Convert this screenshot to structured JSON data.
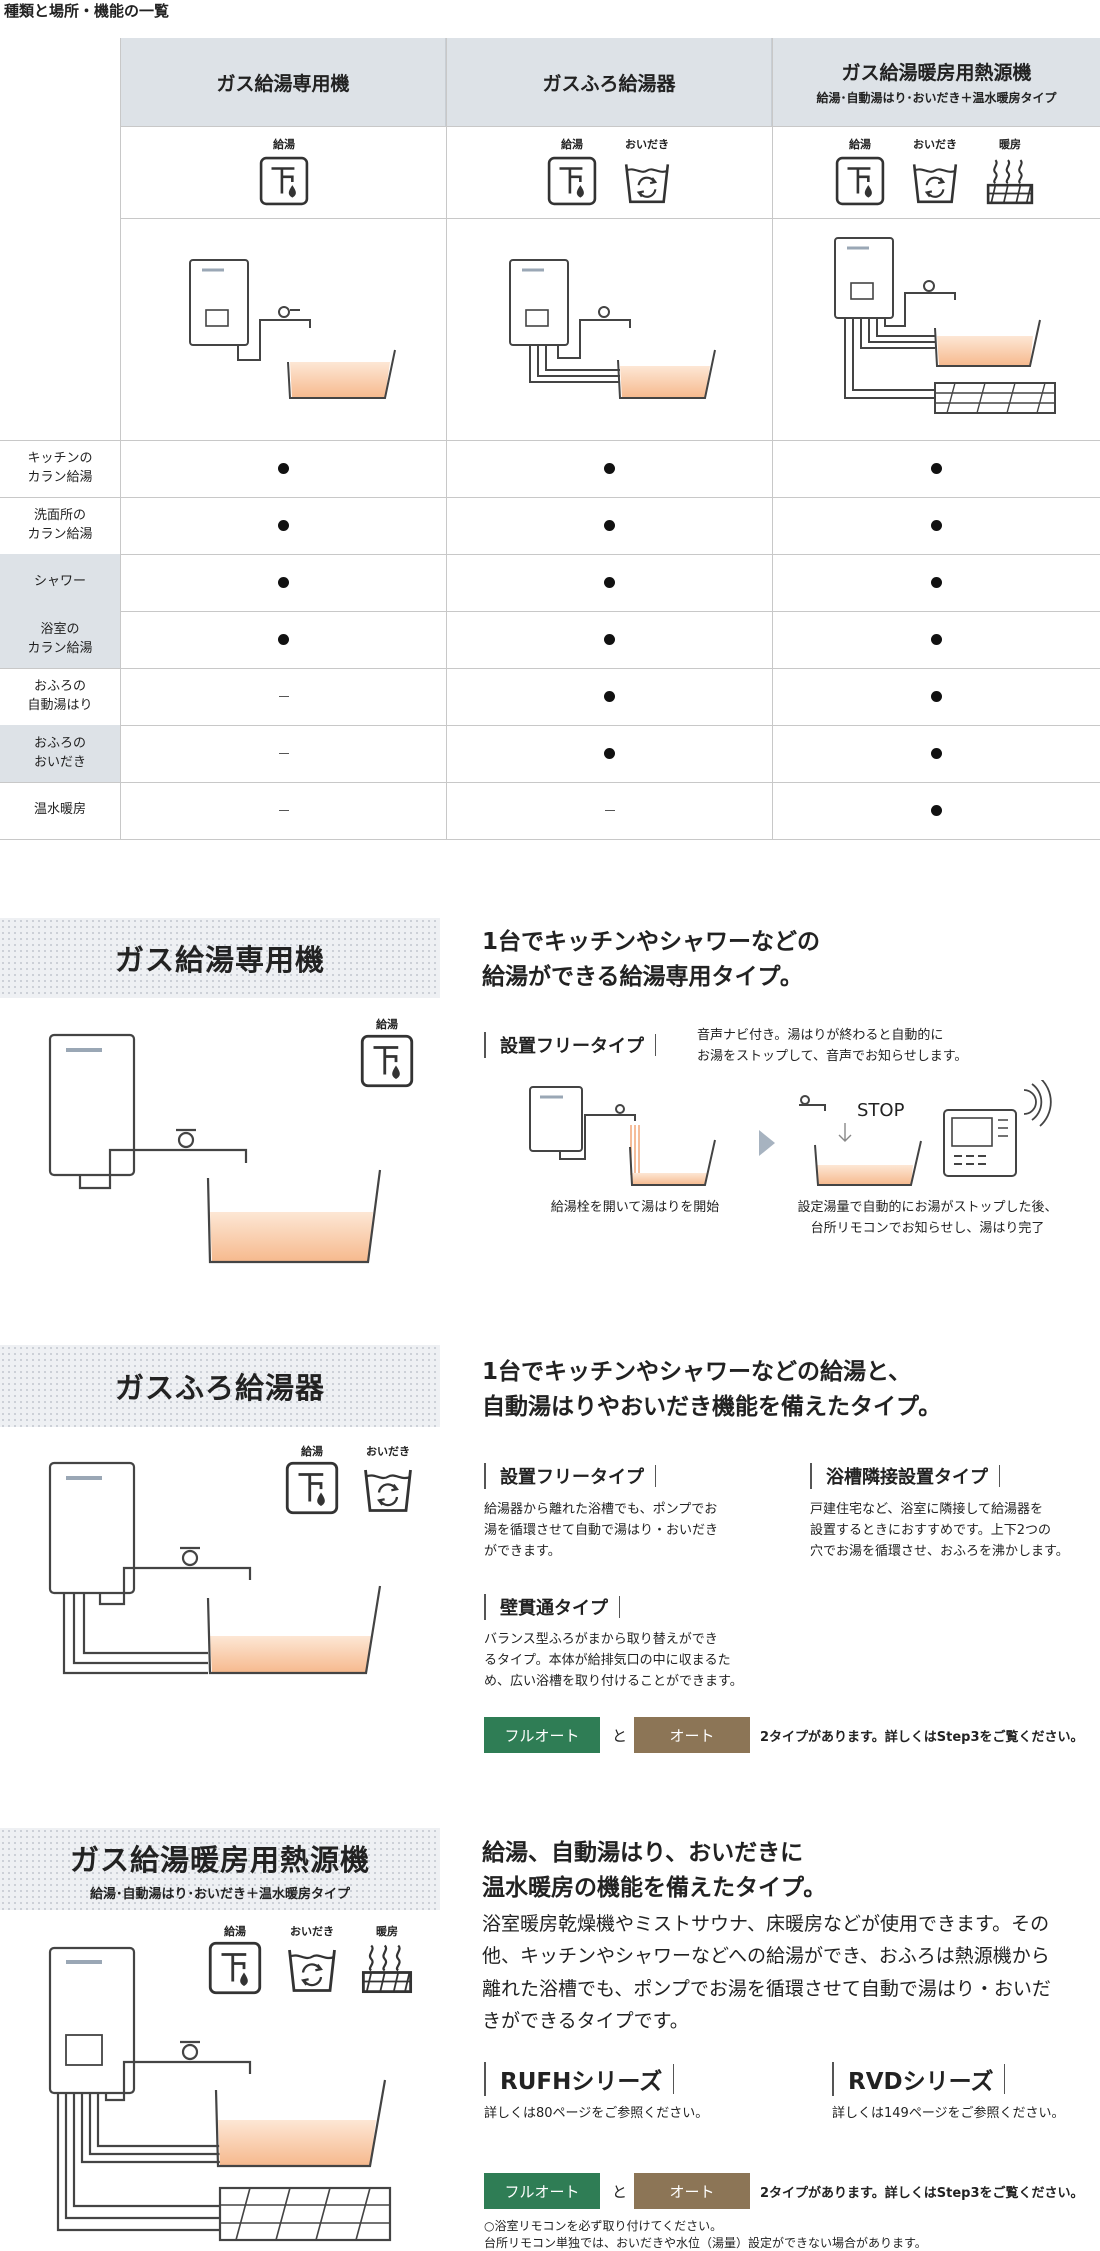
{
  "section_caption": "種類と場所・機能の一覧",
  "table": {
    "columns": [
      {
        "title": "ガス給湯専用機",
        "subtitle": ""
      },
      {
        "title": "ガスふろ給湯器",
        "subtitle": ""
      },
      {
        "title": "ガス給湯暖房用熱源機",
        "subtitle": "給湯･自動湯はり･おいだき＋温水暖房タイプ"
      }
    ],
    "icon_labels": {
      "kyuto": "給湯",
      "oidaki": "おいだき",
      "danbo": "暖房"
    },
    "rows": [
      {
        "label_l1": "キッチンの",
        "label_l2": "カラン給湯",
        "values": [
          "●",
          "●",
          "●"
        ],
        "shaded": false
      },
      {
        "label_l1": "洗面所の",
        "label_l2": "カラン給湯",
        "values": [
          "●",
          "●",
          "●"
        ],
        "shaded": false
      },
      {
        "label_l1": "シャワー",
        "label_l2": "",
        "values": [
          "●",
          "●",
          "●"
        ],
        "shaded": true
      },
      {
        "label_l1": "浴室の",
        "label_l2": "カラン給湯",
        "values": [
          "●",
          "●",
          "●"
        ],
        "shaded": true
      },
      {
        "label_l1": "おふろの",
        "label_l2": "自動湯はり",
        "values": [
          "–",
          "●",
          "●"
        ],
        "shaded": false
      },
      {
        "label_l1": "おふろの",
        "label_l2": "おいだき",
        "values": [
          "–",
          "●",
          "●"
        ],
        "shaded": true
      },
      {
        "label_l1": "温水暖房",
        "label_l2": "",
        "values": [
          "–",
          "–",
          "●"
        ],
        "shaded": false
      }
    ]
  },
  "sec1": {
    "title": "ガス給湯専用機",
    "lead_l1": "1台でキッチンやシャワーなどの",
    "lead_l2": "給湯ができる給湯専用タイプ。",
    "icon_label": "給湯",
    "type_name": "設置フリータイプ",
    "type_desc_l1": "音声ナビ付き。湯はりが終わると自動的に",
    "type_desc_l2": "お湯をストップして、音声でお知らせします。",
    "stop_label": "STOP",
    "cap_left": "給湯栓を開いて湯はりを開始",
    "cap_right_l1": "設定湯量で自動的にお湯がストップした後、",
    "cap_right_l2": "台所リモコンでお知らせし、湯はり完了"
  },
  "sec2": {
    "title": "ガスふろ給湯器",
    "lead_l1": "1台でキッチンやシャワーなどの給湯と、",
    "lead_l2": "自動湯はりやおいだき機能を備えたタイプ。",
    "icon_labels": [
      "給湯",
      "おいだき"
    ],
    "types": [
      {
        "name": "設置フリータイプ",
        "d1": "給湯器から離れた浴槽でも、ポンプでお",
        "d2": "湯を循環させて自動で湯はり・おいだき",
        "d3": "ができます。"
      },
      {
        "name": "浴槽隣接設置タイプ",
        "d1": "戸建住宅など、浴室に隣接して給湯器を",
        "d2": "設置するときにおすすめです。上下2つの",
        "d3": "穴でお湯を循環させ、おふろを沸かします。"
      },
      {
        "name": "壁貫通タイプ",
        "d1": "バランス型ふろがまから取り替えができ",
        "d2": "るタイプ。本体が給排気口の中に収まるた",
        "d3": "め、広い浴槽を取り付けることができます。"
      }
    ],
    "btn_full": "フルオート",
    "and": "と",
    "btn_auto": "オート",
    "note": "2タイプがあります。詳しくはStep3をご覧ください。"
  },
  "sec3": {
    "title": "ガス給湯暖房用熱源機",
    "subtitle": "給湯･自動湯はり･おいだき＋温水暖房タイプ",
    "lead_l1": "給湯、自動湯はり、おいだきに",
    "lead_l2": "温水暖房の機能を備えたタイプ。",
    "icon_labels": [
      "給湯",
      "おいだき",
      "暖房"
    ],
    "body_l1": "浴室暖房乾燥機やミストサウナ、床暖房などが使用できます。その",
    "body_l2": "他、キッチンやシャワーなどへの給湯ができ、おふろは熱源機から",
    "body_l3": "離れた浴槽でも、ポンプでお湯を循環させて自動で湯はり・おいだ",
    "body_l4": "きができるタイプです。",
    "series": [
      {
        "name": "RUFHシリーズ",
        "ref": "詳しくは80ページをご参照ください。"
      },
      {
        "name": "RVDシリーズ",
        "ref": "詳しくは149ページをご参照ください。"
      }
    ],
    "btn_full": "フルオート",
    "and": "と",
    "btn_auto": "オート",
    "note": "2タイプがあります。詳しくはStep3をご覧ください。",
    "foot_l1": "○浴室リモコンを必ず取り付けてください。",
    "foot_l2": "台所リモコン単独では、おいだきや水位（湯量）設定ができない場合があります。"
  },
  "colors": {
    "header_bg": "#dde2e7",
    "green": "#2f7d55",
    "brown": "#8c7556",
    "water": "#f7c9a4"
  }
}
